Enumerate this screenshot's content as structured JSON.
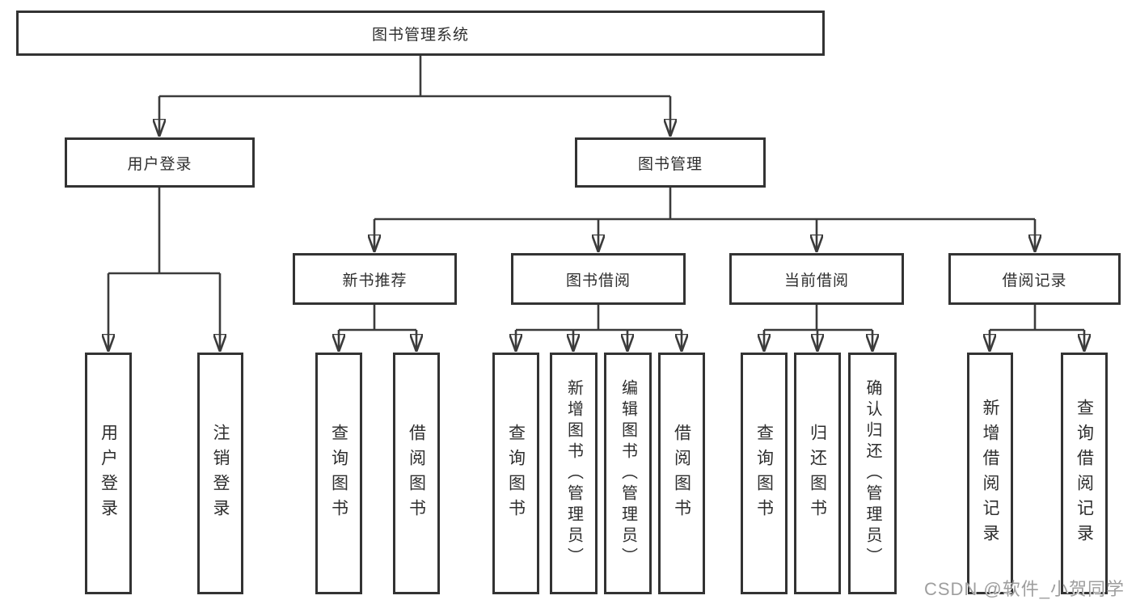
{
  "tree": {
    "label": "图书管理系统",
    "children": [
      {
        "label": "用户登录",
        "children": [
          {
            "label": "用户登录"
          },
          {
            "label": "注销登录"
          }
        ]
      },
      {
        "label": "图书管理",
        "children": [
          {
            "label": "新书推荐",
            "children": [
              {
                "label": "查询图书"
              },
              {
                "label": "借阅图书"
              }
            ]
          },
          {
            "label": "图书借阅",
            "children": [
              {
                "label": "查询图书"
              },
              {
                "label": "新增图书（管理员）"
              },
              {
                "label": "编辑图书（管理员）"
              },
              {
                "label": "借阅图书"
              }
            ]
          },
          {
            "label": "当前借阅",
            "children": [
              {
                "label": "查询图书"
              },
              {
                "label": "归还图书"
              },
              {
                "label": "确认归还（管理员）"
              }
            ]
          },
          {
            "label": "借阅记录",
            "children": [
              {
                "label": "新增借阅记录"
              },
              {
                "label": "查询借阅记录"
              }
            ]
          }
        ]
      }
    ]
  },
  "watermark": {
    "text": "CSDN @软件_小贺同学"
  },
  "colors": {
    "line": "#3b3b3b",
    "box_border": "#333333",
    "text": "#2e2e2e",
    "background": "#ffffff",
    "watermark": "#9e9e9e"
  }
}
